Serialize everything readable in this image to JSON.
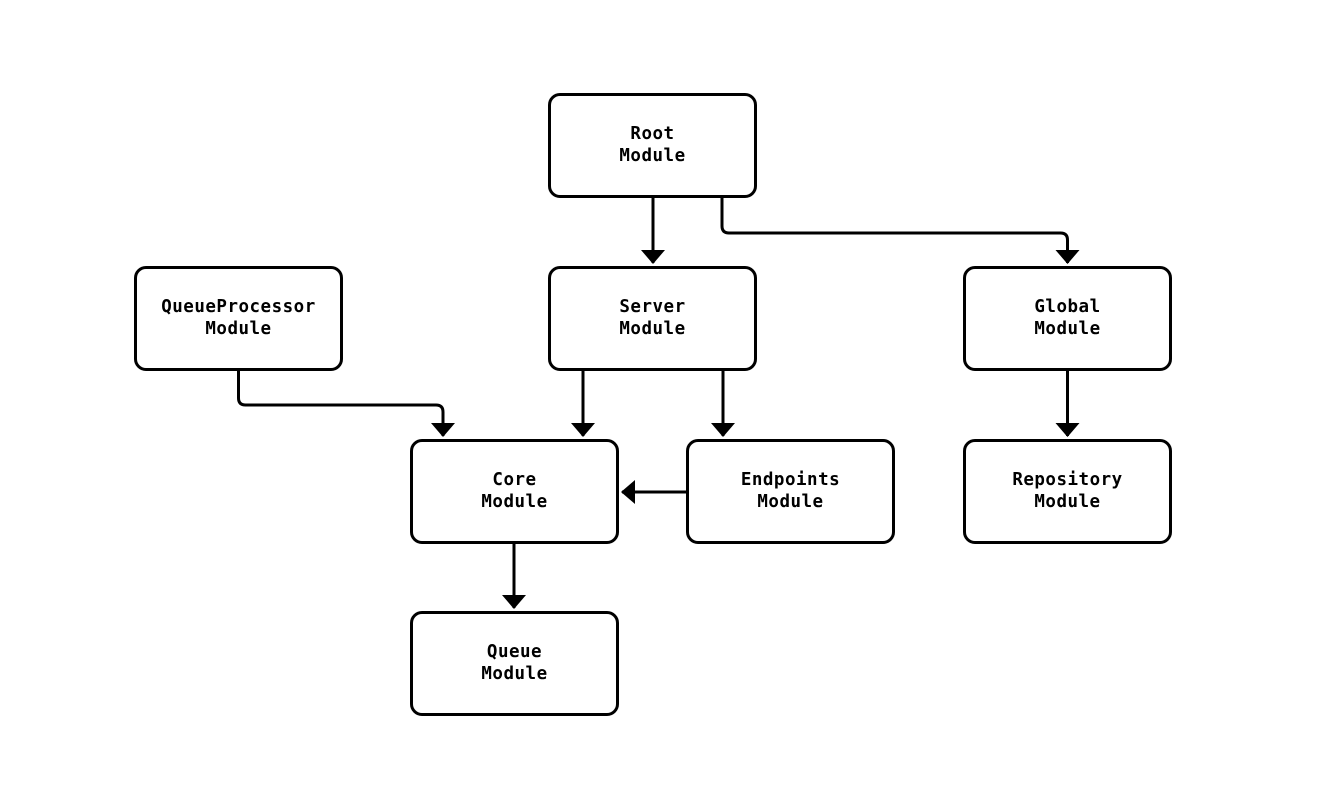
{
  "diagram": {
    "type": "flowchart",
    "direction": "top-down",
    "nodes": [
      {
        "id": "root",
        "label": "Root\nModule"
      },
      {
        "id": "queueprocessor",
        "label": "QueueProcessor\nModule"
      },
      {
        "id": "server",
        "label": "Server\nModule"
      },
      {
        "id": "global",
        "label": "Global\nModule"
      },
      {
        "id": "core",
        "label": "Core\nModule"
      },
      {
        "id": "endpoints",
        "label": "Endpoints\nModule"
      },
      {
        "id": "repository",
        "label": "Repository\nModule"
      },
      {
        "id": "queue",
        "label": "Queue\nModule"
      }
    ],
    "edges": [
      {
        "from": "root",
        "to": "server"
      },
      {
        "from": "root",
        "to": "global"
      },
      {
        "from": "queueprocessor",
        "to": "core"
      },
      {
        "from": "server",
        "to": "core"
      },
      {
        "from": "server",
        "to": "endpoints"
      },
      {
        "from": "endpoints",
        "to": "core"
      },
      {
        "from": "global",
        "to": "repository"
      },
      {
        "from": "core",
        "to": "queue"
      }
    ],
    "colors": {
      "background": "#ffffff",
      "node_fill": "#ffffff",
      "node_border": "#000000",
      "edge": "#000000",
      "text": "#000000"
    }
  }
}
